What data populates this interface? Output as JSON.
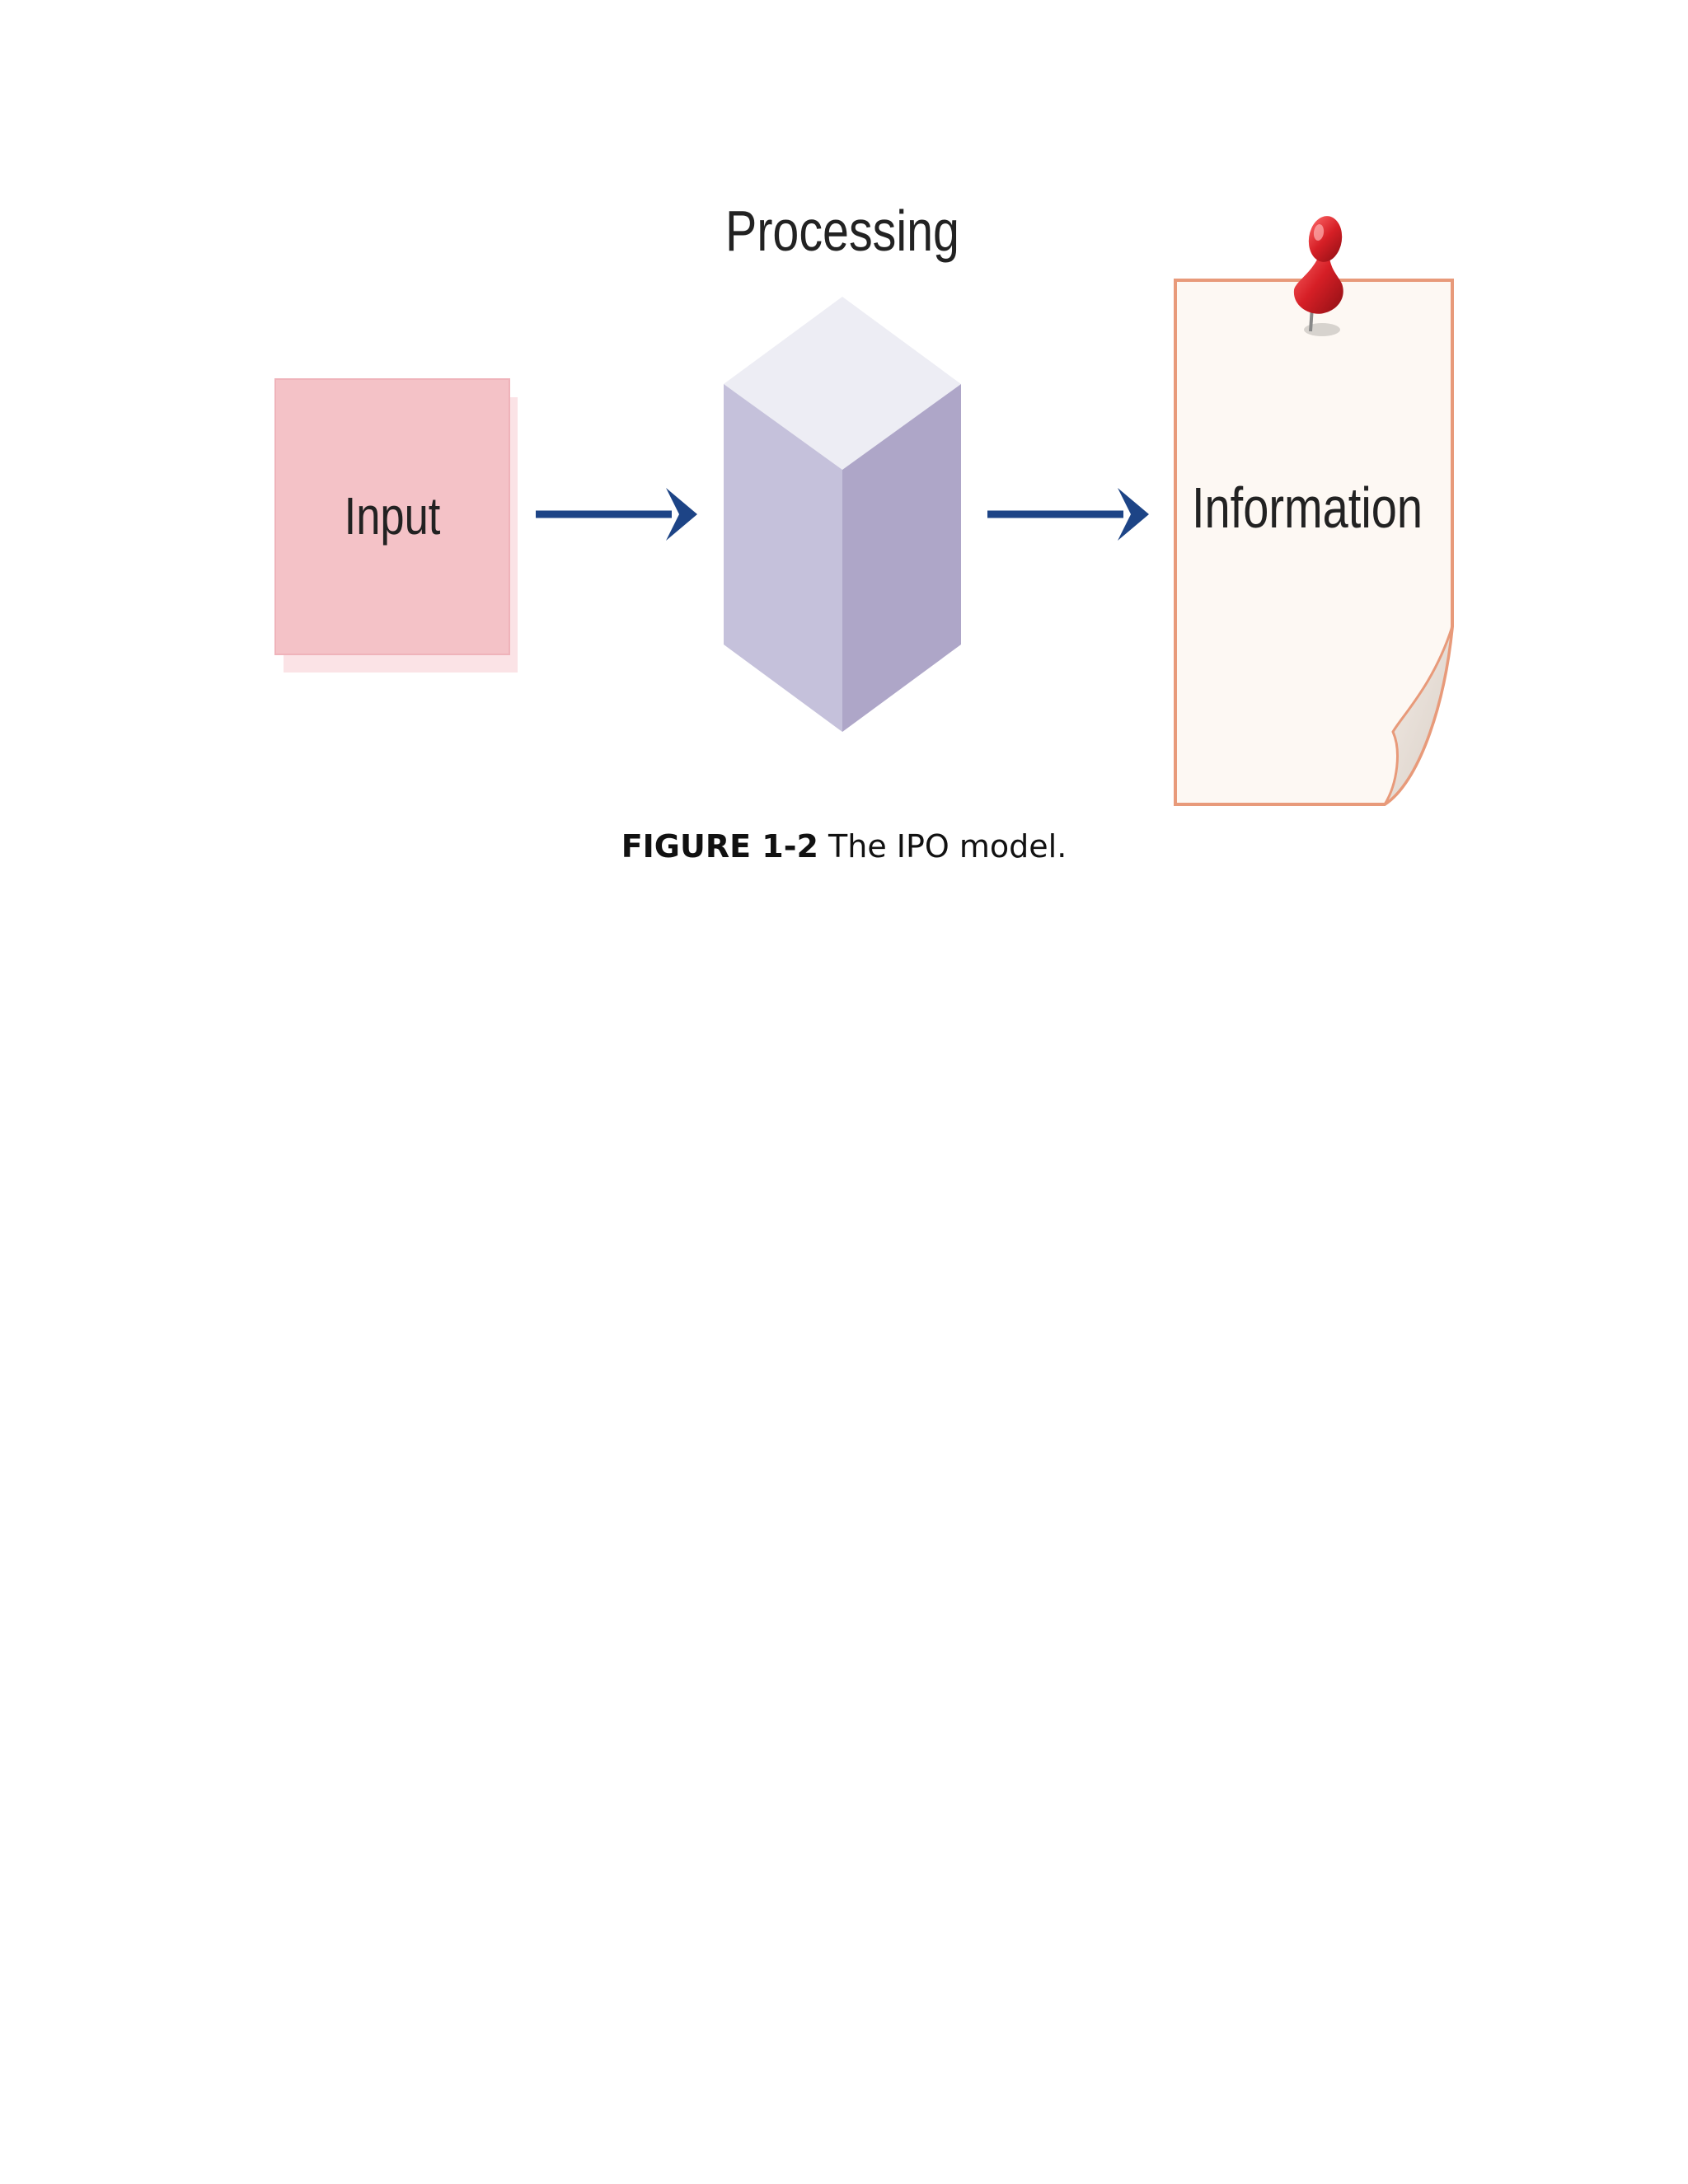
{
  "diagram": {
    "nodes": {
      "input": {
        "label": "Input"
      },
      "processing": {
        "label": "Processing"
      },
      "information": {
        "label": "Information"
      }
    },
    "edges": [
      {
        "from": "input",
        "to": "processing"
      },
      {
        "from": "processing",
        "to": "information"
      }
    ],
    "colors": {
      "input_fill": "#f4c2c7",
      "input_shadow": "#fbe3e6",
      "cube_top": "#ededf4",
      "cube_left": "#c5c1db",
      "cube_right": "#aea6c8",
      "arrow": "#1d4486",
      "note_fill": "#fdf8f3",
      "note_border": "#e89a7a",
      "pin": "#d61f26"
    }
  },
  "caption": {
    "figure_number": "FIGURE 1-2",
    "text": " The IPO model."
  }
}
